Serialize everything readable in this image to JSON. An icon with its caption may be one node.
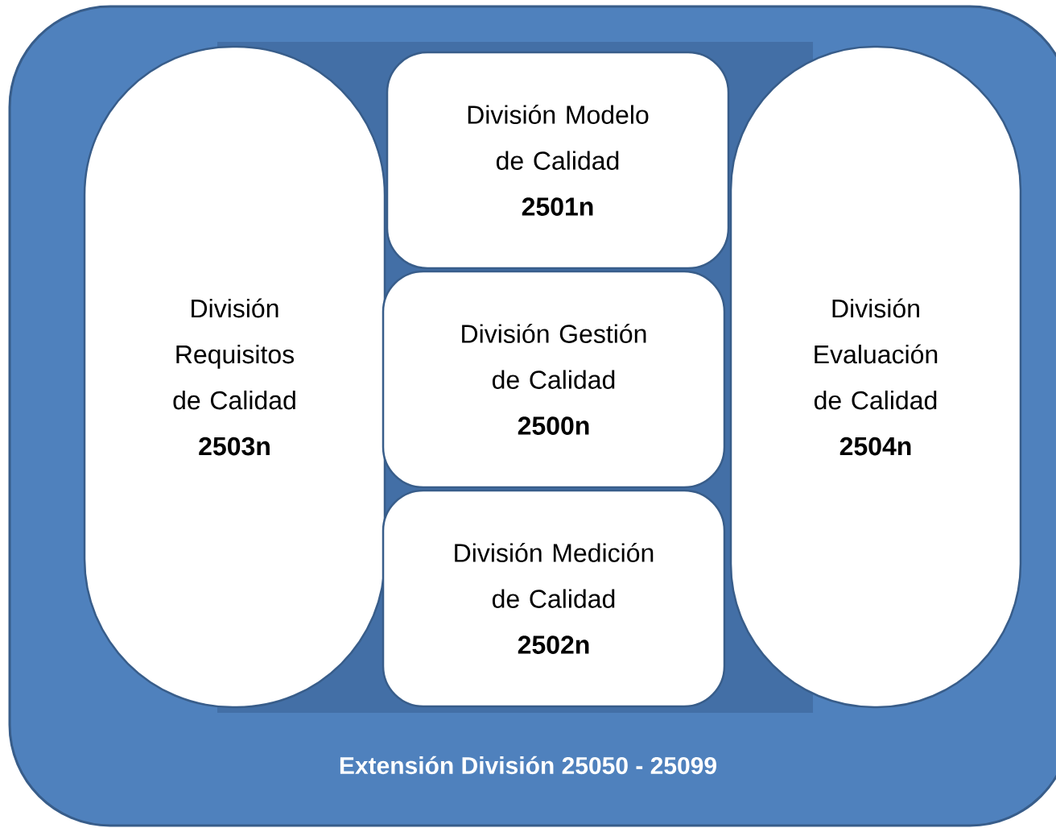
{
  "diagram": {
    "nodes": [
      {
        "text": [
          "Extensión División 25050 - 25099"
        ]
      },
      {
        "text": [
          "División Requisitos de Calidad",
          "2503n"
        ],
        "in": 0
      },
      {
        "text": [
          "División Modelo de Calidad",
          "2501n"
        ],
        "in": 0
      },
      {
        "text": [
          "División Gestión de Calidad",
          "2500n"
        ],
        "in": 0
      },
      {
        "text": [
          "División Medición de Calidad",
          "2502n"
        ],
        "in": 0
      },
      {
        "text": [
          "División Evaluación de Calidad",
          "2504n"
        ],
        "in": 0
      }
    ]
  }
}
